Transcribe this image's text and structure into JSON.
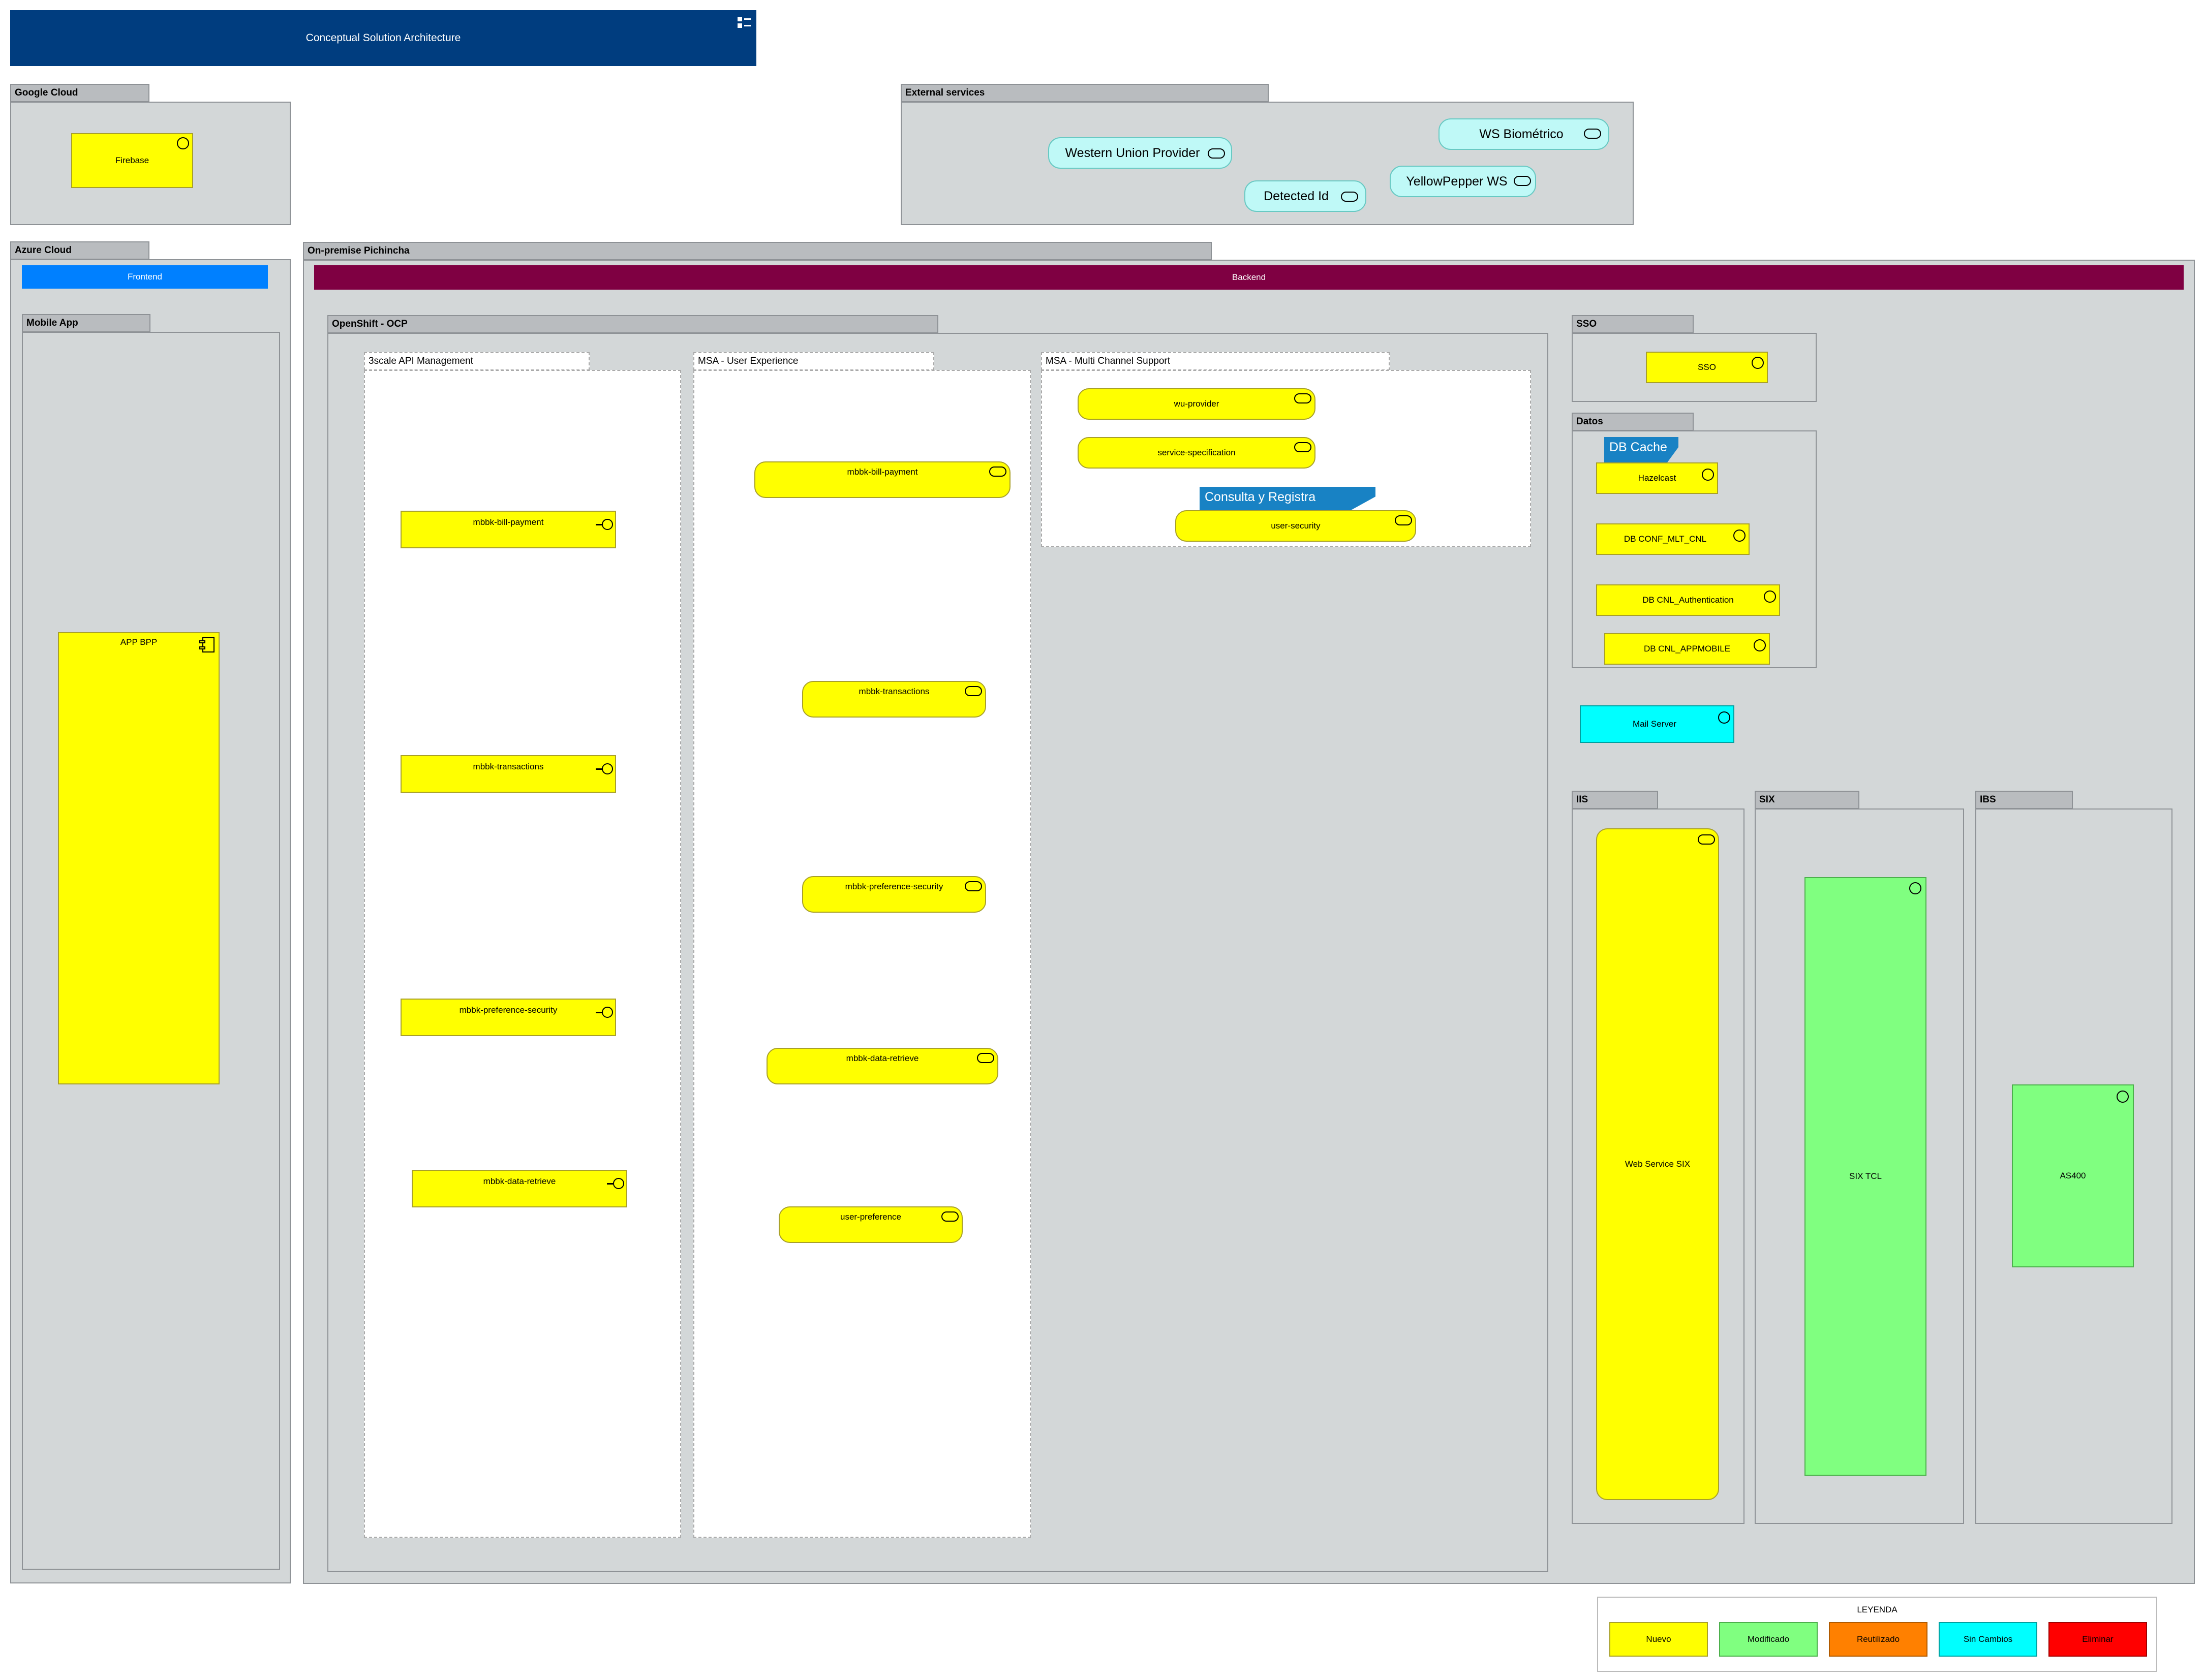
{
  "header": {
    "title": "Conceptual Solution Architecture"
  },
  "groups": {
    "google_cloud": "Google Cloud",
    "external_services": "External services",
    "azure_cloud": "Azure Cloud",
    "on_premise": "On-premise Pichincha",
    "mobile_app": "Mobile App",
    "openshift": "OpenShift - OCP",
    "api_mgmt": "3scale API Management",
    "msa_ux": "MSA - User Experience",
    "msa_mcs": "MSA - Multi Channel Support",
    "sso": "SSO",
    "datos": "Datos",
    "iis": "IIS",
    "six": "SIX",
    "ibs": "IBS"
  },
  "bars": {
    "frontend": "Frontend",
    "backend": "Backend"
  },
  "nodes": {
    "firebase": "Firebase",
    "western_union": "Western Union Provider",
    "ws_biometrico": "WS Biométrico",
    "detected_id": "Detected Id",
    "yellowpepper": "YellowPepper WS",
    "app_bpp": "APP BPP",
    "api": [
      "mbbk-bill-payment",
      "mbbk-transactions",
      "mbbk-preference-security",
      "mbbk-data-retrieve"
    ],
    "ux": [
      "mbbk-bill-payment",
      "mbbk-transactions",
      "mbbk-preference-security",
      "mbbk-data-retrieve",
      "user-preference"
    ],
    "mcs": [
      "wu-provider",
      "service-specification",
      "user-security"
    ],
    "sso": "SSO",
    "hazelcast": "Hazelcast",
    "db_conf": "DB CONF_MLT_CNL",
    "db_auth": "DB CNL_Authentication",
    "db_app": "DB CNL_APPMOBILE",
    "mail": "Mail Server",
    "ws_six": "Web Service SIX",
    "six_tcl": "SIX TCL",
    "as400": "AS400"
  },
  "flags": {
    "db_cache": "DB Cache",
    "consulta": "Consulta y Registra"
  },
  "legend": {
    "title": "LEYENDA",
    "items": [
      {
        "label": "Nuevo",
        "color": "#ffff00"
      },
      {
        "label": "Modificado",
        "color": "#80ff80"
      },
      {
        "label": "Reutilizado",
        "color": "#ff8000"
      },
      {
        "label": "Sin Cambios",
        "color": "#00ffff"
      },
      {
        "label": "Eliminar",
        "color": "#ff0000"
      }
    ]
  },
  "colors": {
    "header": "#003d7f",
    "frontend": "#0080ff",
    "backend": "#7f0042",
    "new": "#ffff00",
    "modified": "#80ff80",
    "unchanged": "#00ffff"
  }
}
